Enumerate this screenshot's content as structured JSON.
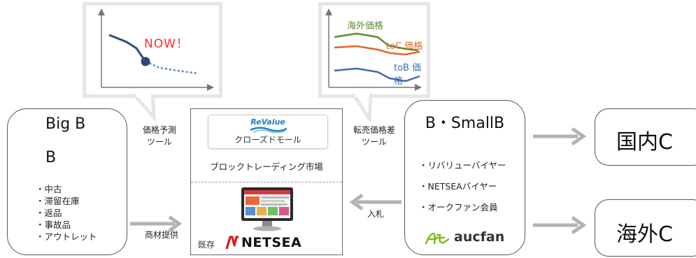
{
  "callout_left": {
    "label": "NOW！",
    "colors": {
      "line": "#2f4f78",
      "dot": "#254d7c",
      "label": "#ff2a2a",
      "axis": "#777777"
    }
  },
  "callout_right": {
    "series": [
      {
        "label": "海外価格",
        "color": "#5e8a2e"
      },
      {
        "label": "toC 価格",
        "color": "#e2672a"
      },
      {
        "label": "toB 価格",
        "color": "#3f6fa8"
      }
    ]
  },
  "bigb": {
    "title": "Big B",
    "subtitle": "B",
    "items": [
      "・中古",
      "・滞留在庫",
      "・返品",
      "・事故品",
      "・アウトレット"
    ]
  },
  "labels": {
    "price_forecast_line1": "価格予測",
    "price_forecast_line2": "ツール",
    "material_supply": "商材提供",
    "resale_diff_line1": "転売価格差",
    "resale_diff_line2": "ツール",
    "bid": "入札"
  },
  "center": {
    "revalue_logo": "ReValue",
    "closed_mall": "クローズドモール",
    "block_trading": "ブロックトレーディング市場",
    "existing": "既存",
    "netsea_logo": "NETSEA",
    "colors": {
      "netsea_red": "#e4161e",
      "revalue_blue": "#1f7fc2"
    }
  },
  "smallb": {
    "title": "B・SmallB",
    "items": [
      "・リバリューバイヤー",
      "・NETSEAバイヤー",
      "・オークファン会員"
    ],
    "aucfan_logo": "aucfan",
    "colors": {
      "aucfan_green": "#7dbb1f"
    }
  },
  "targets": {
    "domestic": "国内C",
    "overseas": "海外C"
  }
}
